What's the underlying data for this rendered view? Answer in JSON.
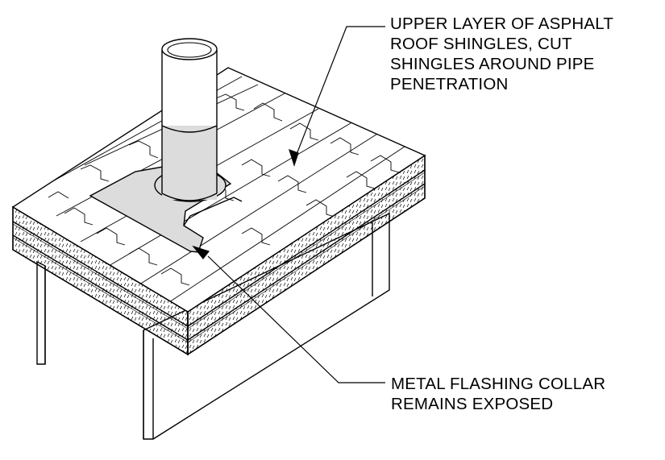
{
  "annotations": {
    "upper_layer": {
      "lines": [
        "UPPER LAYER OF ASPHALT",
        "ROOF SHINGLES, CUT",
        "SHINGLES AROUND PIPE",
        "PENETRATION"
      ]
    },
    "flashing": {
      "lines": [
        "METAL FLASHING COLLAR",
        "REMAINS EXPOSED"
      ]
    }
  },
  "colors": {
    "line": "#000000",
    "flashing_fill": "#dcdcdc",
    "background": "#ffffff"
  }
}
